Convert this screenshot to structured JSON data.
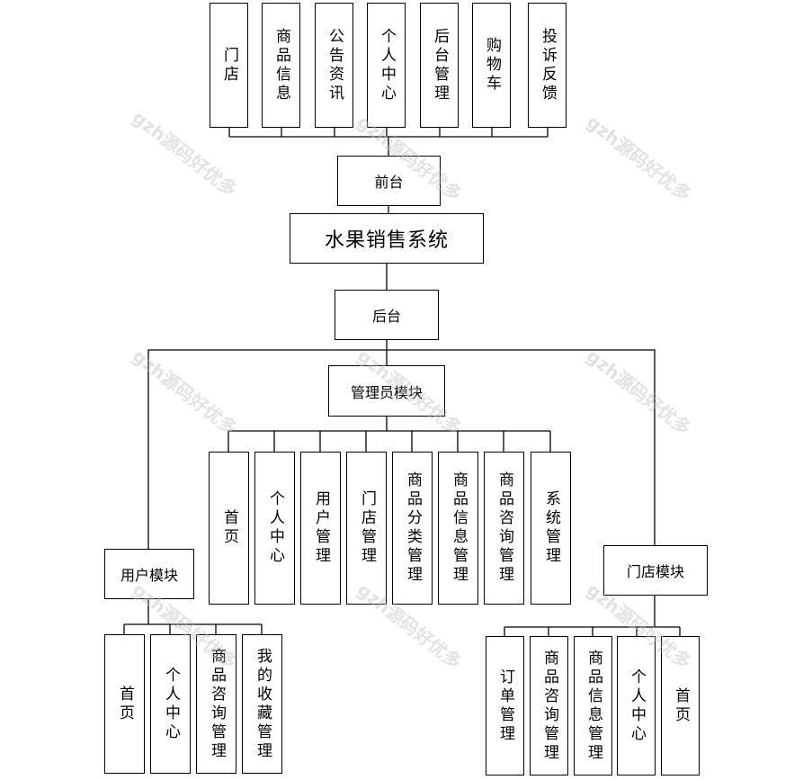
{
  "title": "水果销售系统",
  "front": {
    "label": "前台",
    "items": [
      "门店",
      "商品信息",
      "公告资讯",
      "个人中心",
      "后台管理",
      "购物车",
      "投诉反馈"
    ]
  },
  "back": {
    "label": "后台",
    "admin": {
      "label": "管理员模块",
      "items": [
        "首页",
        "个人中心",
        "用户管理",
        "门店管理",
        "商品分类管理",
        "商品信息管理",
        "商品咨询管理",
        "系统管理"
      ]
    },
    "user": {
      "label": "用户模块",
      "items": [
        "首页",
        "个人中心",
        "商品咨询管理",
        "我的收藏管理"
      ]
    },
    "store": {
      "label": "门店模块",
      "items": [
        "订单管理",
        "商品咨询管理",
        "商品信息管理",
        "个人中心",
        "首页"
      ]
    }
  },
  "watermark": "gzh源码好优多"
}
